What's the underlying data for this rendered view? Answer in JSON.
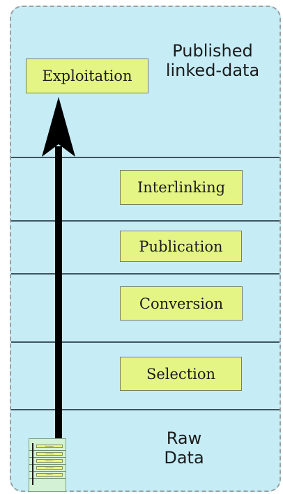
{
  "diagram": {
    "stages": [
      {
        "label": "Exploitation"
      },
      {
        "label": "Interlinking"
      },
      {
        "label": "Publication"
      },
      {
        "label": "Conversion"
      },
      {
        "label": "Selection"
      }
    ],
    "top_label": "Published\nlinked-data",
    "bottom_label": "Raw\nData",
    "colors": {
      "panel": "#c6ecf6",
      "stage_box": "#e4f585",
      "arrow": "#000000"
    }
  },
  "thumbnail": {
    "labels": [
      "Exploitation",
      "Interlinking",
      "Publication",
      "Conversion",
      "Selection"
    ]
  }
}
